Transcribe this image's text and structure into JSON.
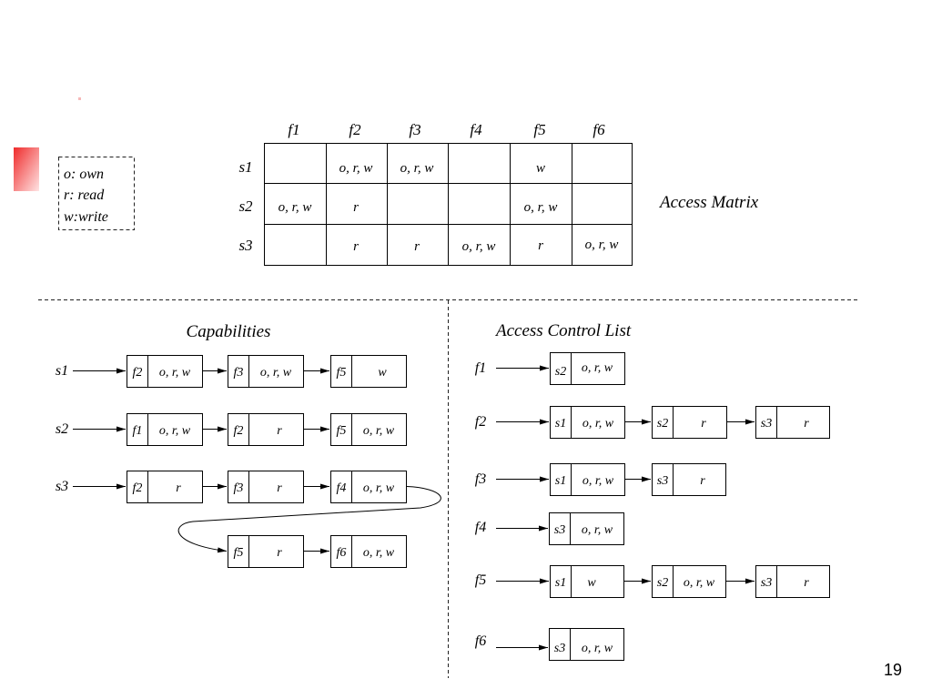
{
  "theme": {
    "accent": "#ef2b2b",
    "ink": "#000000"
  },
  "legend": [
    "o: own",
    "r: read",
    "w:write"
  ],
  "matrix": {
    "title": "Access Matrix",
    "columns": [
      "f1",
      "f2",
      "f3",
      "f4",
      "f5",
      "f6"
    ],
    "rows": [
      {
        "subject": "s1",
        "cells": [
          "",
          "o, r, w",
          "o, r, w",
          "",
          "w",
          ""
        ]
      },
      {
        "subject": "s2",
        "cells": [
          "o, r, w",
          "r",
          "",
          "",
          "o, r, w",
          ""
        ]
      },
      {
        "subject": "s3",
        "cells": [
          "",
          "r",
          "r",
          "o, r, w",
          "r",
          "o, r, w"
        ]
      }
    ]
  },
  "capabilities": {
    "title": "Capabilities",
    "lists": [
      {
        "subject": "s1",
        "entries": [
          {
            "object": "f2",
            "rights": "o, r, w"
          },
          {
            "object": "f3",
            "rights": "o, r, w"
          },
          {
            "object": "f5",
            "rights": "w"
          }
        ]
      },
      {
        "subject": "s2",
        "entries": [
          {
            "object": "f1",
            "rights": "o, r, w"
          },
          {
            "object": "f2",
            "rights": "r"
          },
          {
            "object": "f5",
            "rights": "o, r, w"
          }
        ]
      },
      {
        "subject": "s3",
        "entries": [
          {
            "object": "f2",
            "rights": "r"
          },
          {
            "object": "f3",
            "rights": "r"
          },
          {
            "object": "f4",
            "rights": "o, r, w"
          },
          {
            "object": "f5",
            "rights": "r"
          },
          {
            "object": "f6",
            "rights": "o, r, w"
          }
        ]
      }
    ]
  },
  "acl": {
    "title": "Access Control List",
    "lists": [
      {
        "object": "f1",
        "entries": [
          {
            "subject": "s2",
            "rights": "o, r, w"
          }
        ]
      },
      {
        "object": "f2",
        "entries": [
          {
            "subject": "s1",
            "rights": "o, r, w"
          },
          {
            "subject": "s2",
            "rights": "r"
          },
          {
            "subject": "s3",
            "rights": "r"
          }
        ]
      },
      {
        "object": "f3",
        "entries": [
          {
            "subject": "s1",
            "rights": "o, r, w"
          },
          {
            "subject": "s3",
            "rights": "r"
          }
        ]
      },
      {
        "object": "f4",
        "entries": [
          {
            "subject": "s3",
            "rights": "o, r, w"
          }
        ]
      },
      {
        "object": "f5",
        "entries": [
          {
            "subject": "s1",
            "rights": "w"
          },
          {
            "subject": "s2",
            "rights": "o, r, w"
          },
          {
            "subject": "s3",
            "rights": "r"
          }
        ]
      },
      {
        "object": "f6",
        "entries": [
          {
            "subject": "s3",
            "rights": "o, r, w"
          }
        ]
      }
    ]
  },
  "page_number": "19"
}
